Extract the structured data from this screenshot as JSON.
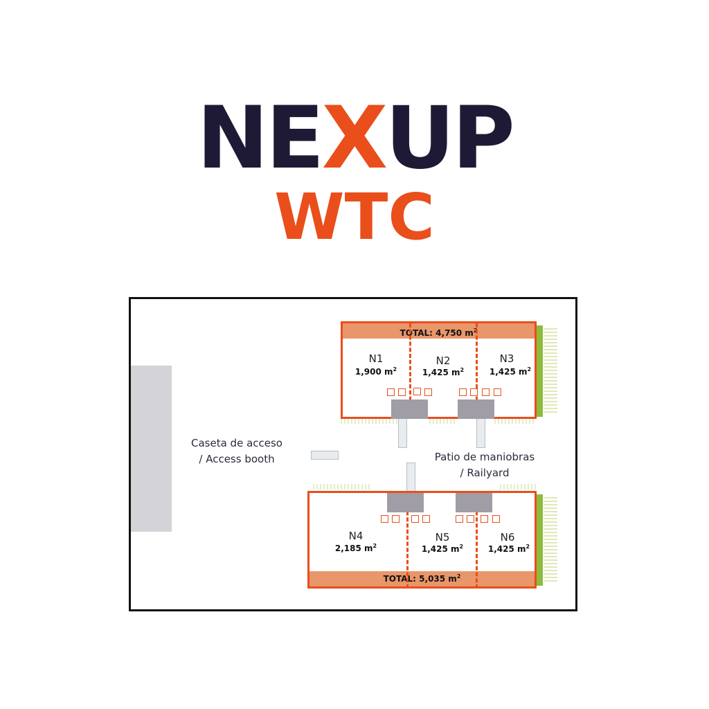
{
  "logo": {
    "word_start": "NE",
    "word_x": "X",
    "word_end": "UP",
    "subtitle": "WTC"
  },
  "colors": {
    "navy": "#1e1a35",
    "orange": "#e94e1b",
    "band": "#e8966a",
    "dock": "#a09da6",
    "green": "#8dbb3e",
    "road": "#d3d3d8"
  },
  "plan": {
    "access_booth": {
      "line1": "Caseta de acceso",
      "line2": "/ Access booth"
    },
    "railyard": {
      "line1": "Patio de maniobras",
      "line2": "/ Railyard"
    },
    "building_top": {
      "total_label": "TOTAL: 4,750 m",
      "total_sup": "2",
      "units": [
        {
          "name": "N1",
          "area": "1,900 m",
          "sup": "2"
        },
        {
          "name": "N2",
          "area": "1,425 m",
          "sup": "2"
        },
        {
          "name": "N3",
          "area": "1,425 m",
          "sup": "2"
        }
      ]
    },
    "building_bottom": {
      "total_label": "TOTAL: 5,035 m",
      "total_sup": "2",
      "units": [
        {
          "name": "N4",
          "area": "2,185 m",
          "sup": "2"
        },
        {
          "name": "N5",
          "area": "1,425 m",
          "sup": "2"
        },
        {
          "name": "N6",
          "area": "1,425 m",
          "sup": "2"
        }
      ]
    }
  }
}
